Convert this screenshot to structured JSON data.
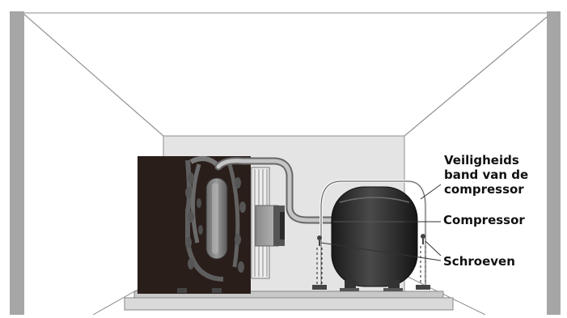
{
  "labels": {
    "safety_band": [
      "Veiligheids",
      "band van de",
      "compressor"
    ],
    "compressor": "Compressor",
    "screws": "Schroeven"
  },
  "colors": {
    "wall_side": "#a6a6a6",
    "back_wall": "#e4e4e4",
    "condenser": "#2a1e1a",
    "compressor": "#222222",
    "base_plate": "#d8d8d8"
  }
}
